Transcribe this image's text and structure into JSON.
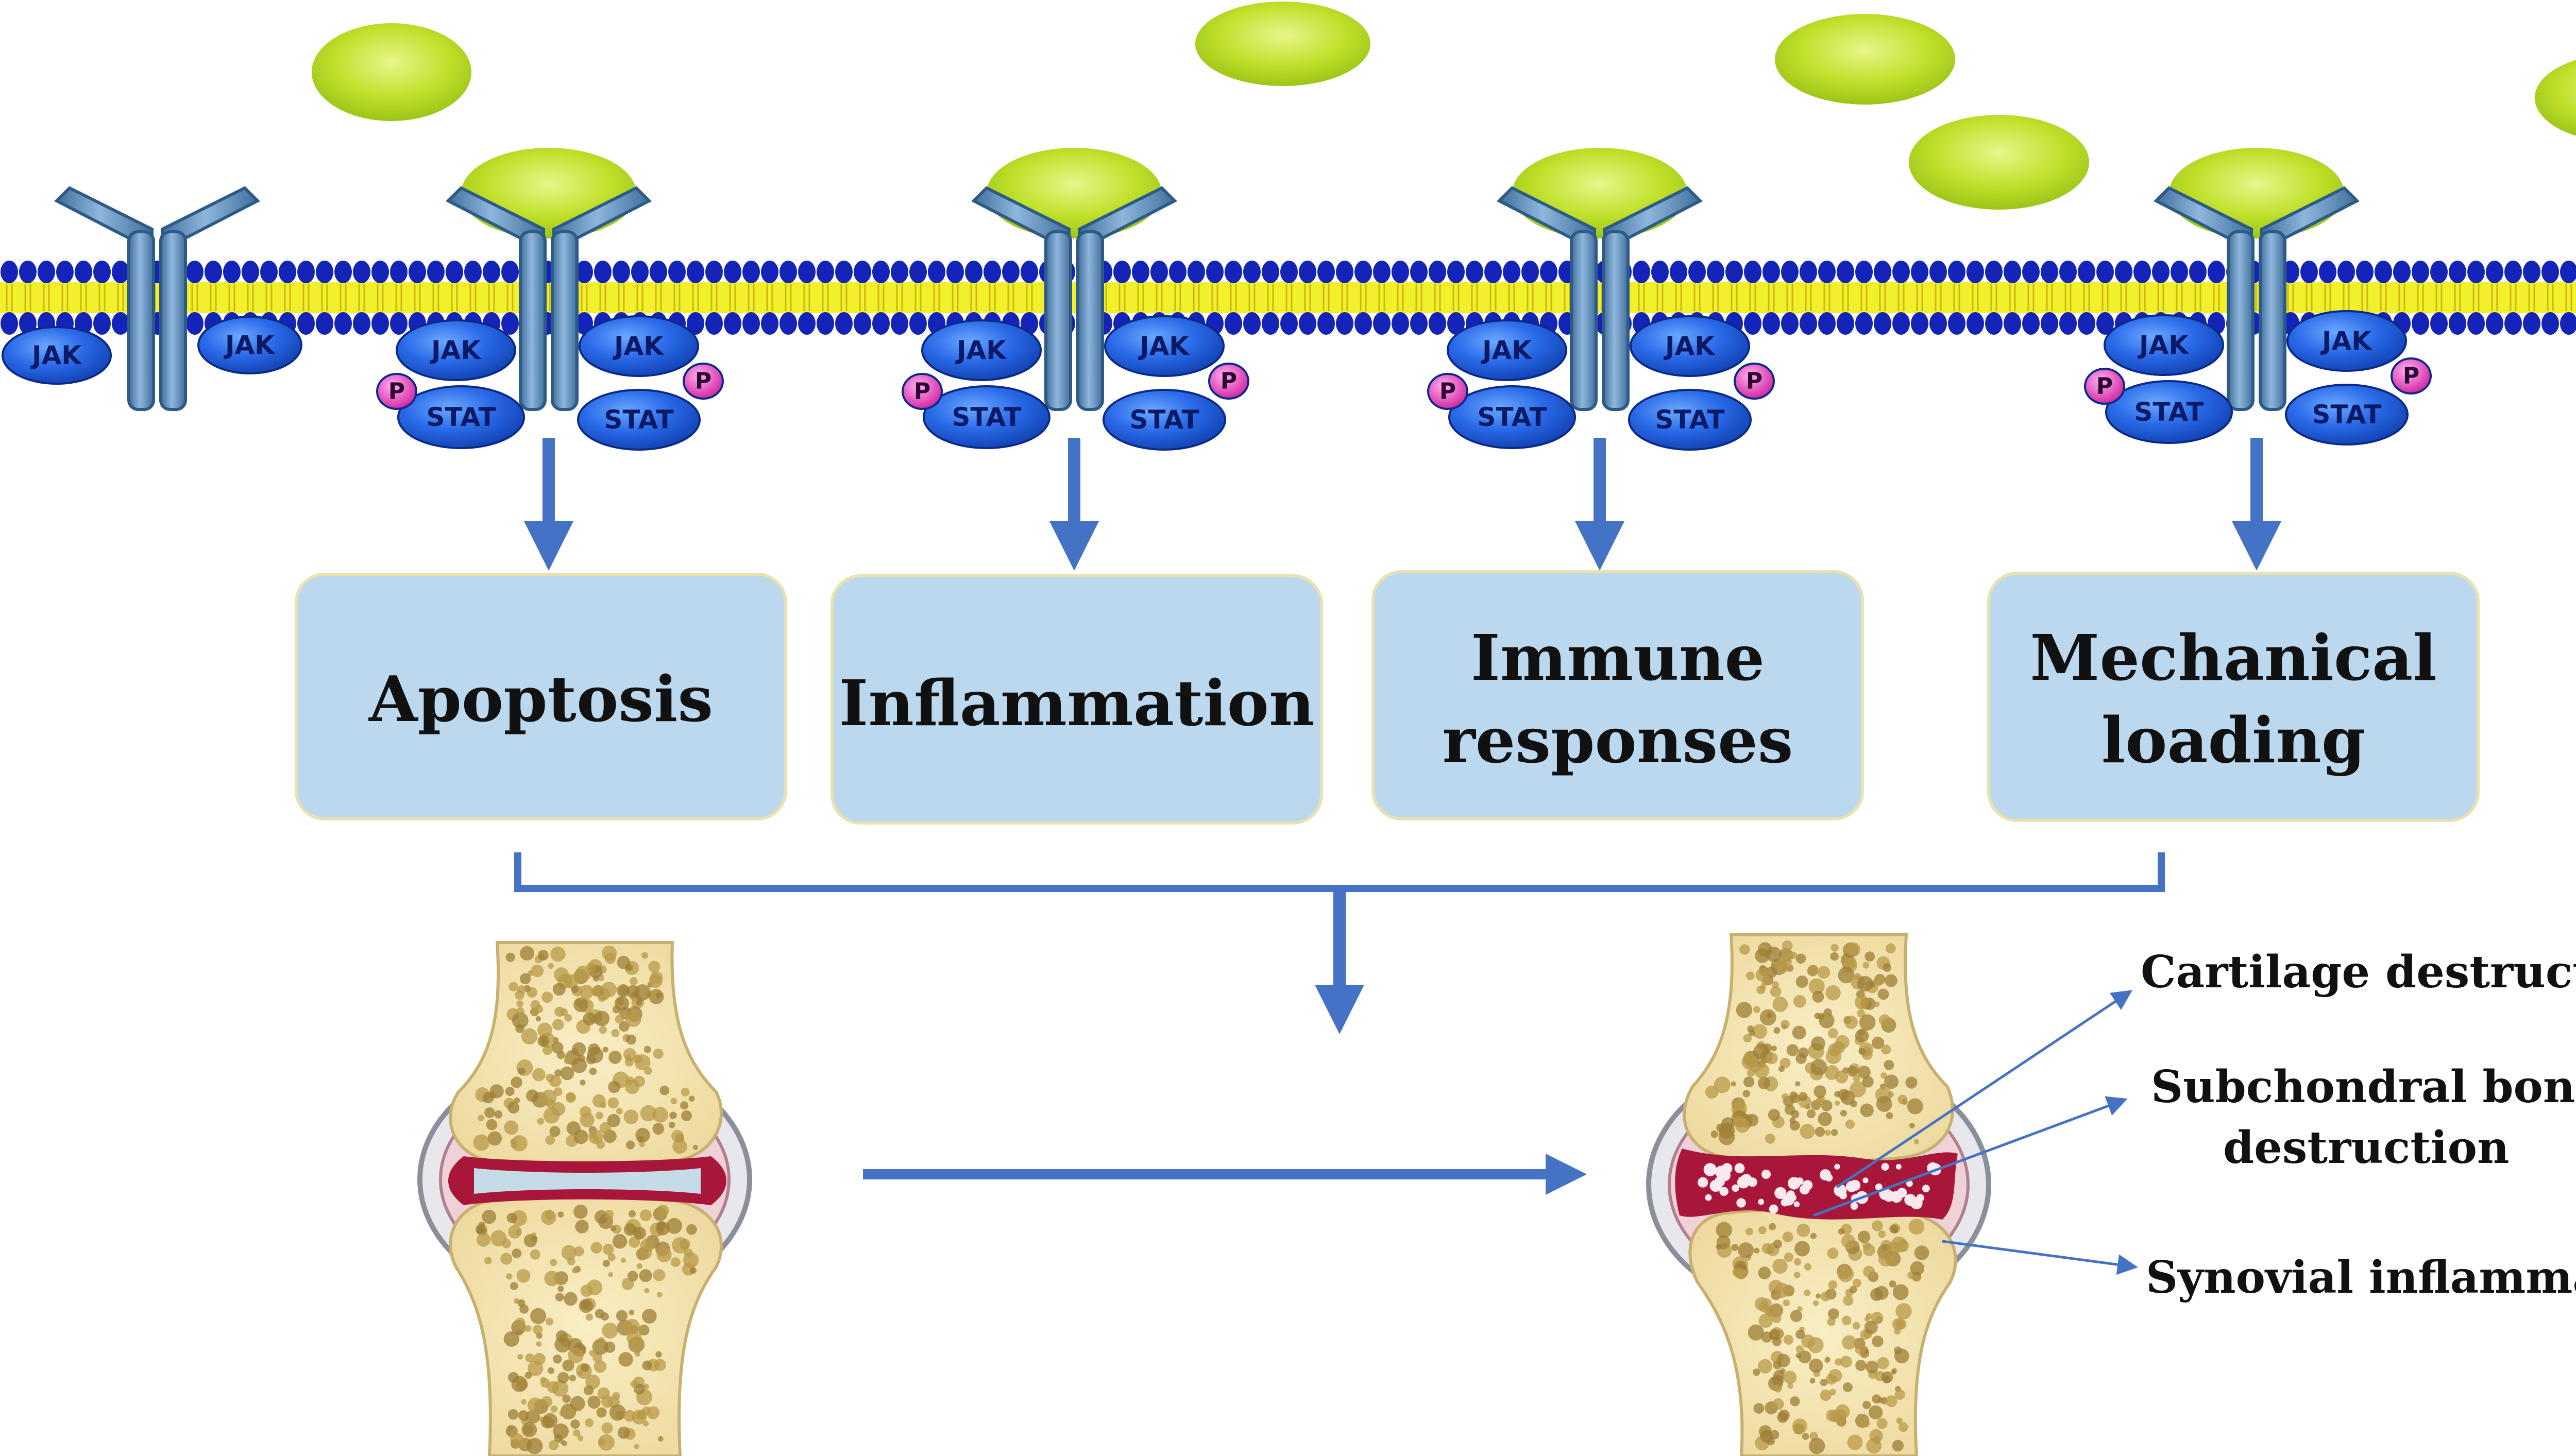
{
  "outcomes": [
    {
      "lines": [
        "Apoptosis"
      ]
    },
    {
      "lines": [
        "Inflammation"
      ]
    },
    {
      "lines": [
        "Immune",
        "responses"
      ]
    },
    {
      "lines": [
        "Mechanical",
        "loading"
      ]
    }
  ],
  "protein_labels": {
    "jak": "JAK",
    "stat": "STAT",
    "phospho": "P"
  },
  "joint_annotations": {
    "cartilage": "Cartilage destruction",
    "subchondral_line1": "Subchondral bone",
    "subchondral_line2": "destruction",
    "synovial": "Synovial inflammation"
  },
  "colors": {
    "ligand": "#b5d81b",
    "receptor": "#5f8db8",
    "membrane_head": "#1424b8",
    "membrane_tail": "#f2ef2c",
    "jak_stat": "#1f5ce0",
    "phospho": "#e040b8",
    "box_fill": "#bcd8ef",
    "arrow": "#4472c4",
    "bone": "#f5e6b5",
    "inflamed": "#a8173a"
  }
}
